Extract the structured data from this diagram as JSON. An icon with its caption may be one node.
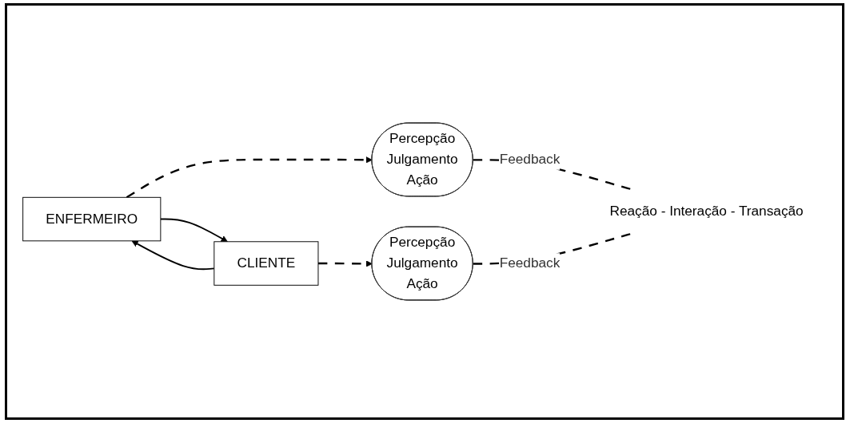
{
  "diagram": {
    "nodes": [
      {
        "text": [
          "ENFERMEIRO"
        ]
      },
      {
        "text": [
          "CLIENTE"
        ]
      },
      {
        "text": [
          "Percepção",
          "Julgamento",
          "Ação"
        ]
      },
      {
        "text": [
          "Percepção",
          "Julgamento",
          "Ação"
        ]
      },
      {
        "text": [
          "Reação - Interação - Transação"
        ]
      }
    ],
    "edges": [
      {
        "from": 0,
        "to": 2,
        "arrow": "to",
        "style": "dashed"
      },
      {
        "from": 1,
        "to": 3,
        "arrow": "to",
        "style": "dashed"
      },
      {
        "from": 1,
        "to": 0,
        "arrow": "to"
      },
      {
        "from": 0,
        "to": 1,
        "arrow": "to"
      },
      {
        "from": 2,
        "to": 4,
        "label": "Feedback",
        "arrow": "none",
        "style": "dashed"
      },
      {
        "from": 3,
        "to": 4,
        "label": "Feedback",
        "arrow": "none",
        "style": "dashed"
      }
    ]
  }
}
